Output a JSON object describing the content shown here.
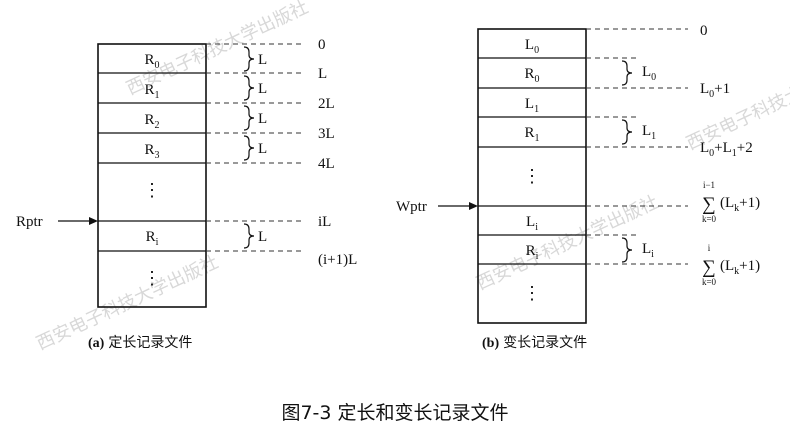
{
  "left": {
    "records": [
      "R",
      "R",
      "R",
      "R",
      "R"
    ],
    "record_subs": [
      "0",
      "1",
      "2",
      "3",
      "i"
    ],
    "dots": [
      "⋮",
      "⋮"
    ],
    "brace_label": "L",
    "offsets": [
      "0",
      "L",
      "2L",
      "3L",
      "4L",
      "iL",
      "(i+1)L"
    ],
    "pointer": "Rptr",
    "caption_prefix": "(a)",
    "caption_text": "定长记录文件"
  },
  "right": {
    "cells": [
      {
        "main": "L",
        "sub": "0"
      },
      {
        "main": "R",
        "sub": "0"
      },
      {
        "main": "L",
        "sub": "1"
      },
      {
        "main": "R",
        "sub": "1"
      },
      {
        "main": "L",
        "sub": "i"
      },
      {
        "main": "R",
        "sub": "i"
      }
    ],
    "dots": [
      "⋮",
      "⋮"
    ],
    "brace_labels": [
      {
        "main": "L",
        "sub": "0"
      },
      {
        "main": "L",
        "sub": "1"
      },
      {
        "main": "L",
        "sub": "i"
      }
    ],
    "offsets": {
      "o0": "0",
      "o1_a": "L",
      "o1_a_sub": "0",
      "o1_b": "+1",
      "o2_a": "L",
      "o2_a_sub": "0",
      "o2_b": "+L",
      "o2_b_sub": "1",
      "o2_c": "+2",
      "sum1_upper": "i−1",
      "sum1_lower": "k=0",
      "sum1_sym": "∑",
      "sum1_a": "(L",
      "sum1_sub": "k",
      "sum1_b": "+1)",
      "sum2_upper": "i",
      "sum2_lower": "k=0",
      "sum2_sym": "∑",
      "sum2_a": "(L",
      "sum2_sub": "k",
      "sum2_b": "+1)"
    },
    "pointer": "Wptr",
    "caption_prefix": "(b)",
    "caption_text": "变长记录文件"
  },
  "figure_caption": "图7-3  定长和变长记录文件",
  "watermark": "西安电子科技大学出版社"
}
